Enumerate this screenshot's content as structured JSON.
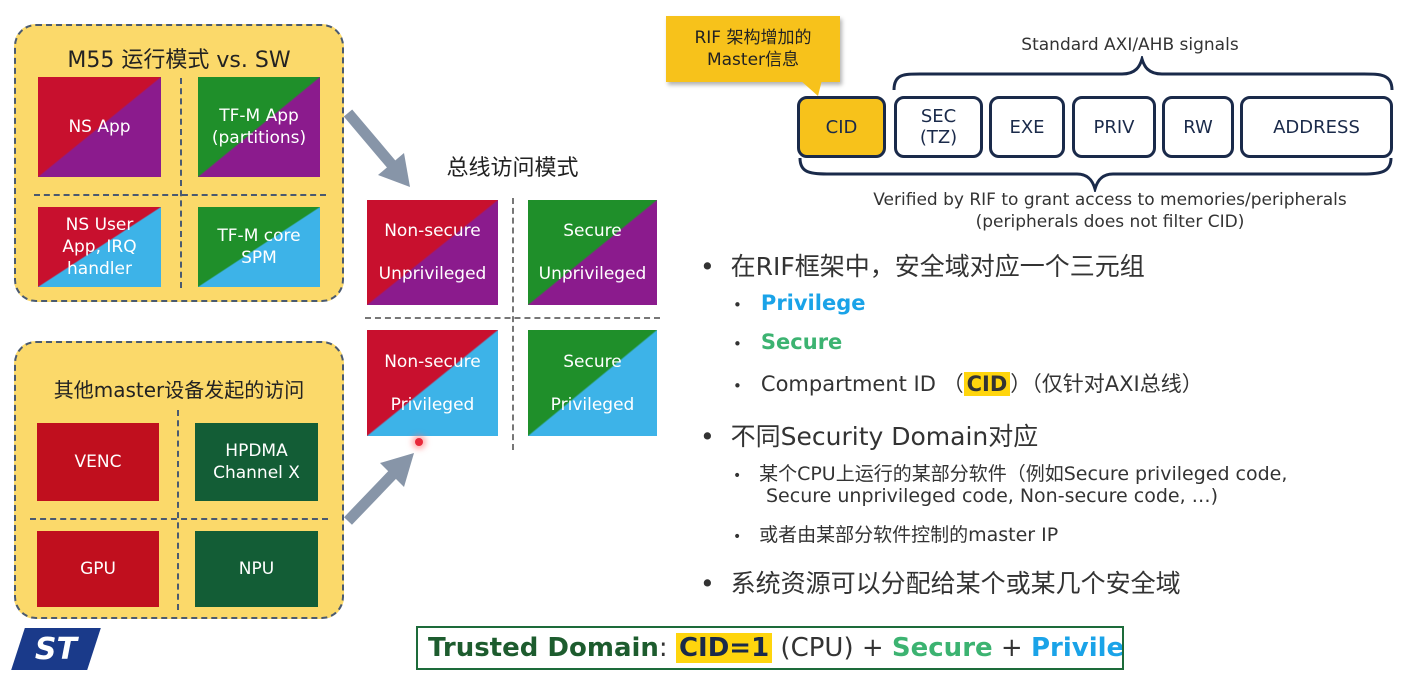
{
  "m55_panel": {
    "title": "M55 运行模式 vs. SW",
    "tiles": [
      {
        "line1": "NS App",
        "line2": "",
        "line3": ""
      },
      {
        "line1": "TF-M App",
        "line2": "(partitions)",
        "line3": ""
      },
      {
        "line1": "NS User",
        "line2": "App, IRQ",
        "line3": "handler"
      },
      {
        "line1": "TF-M core",
        "line2": "SPM",
        "line3": ""
      }
    ]
  },
  "master_panel": {
    "title": "其他master设备发起的访问",
    "tiles": [
      {
        "line1": "VENC",
        "line2": ""
      },
      {
        "line1": "HPDMA",
        "line2": "Channel X"
      },
      {
        "line1": "GPU",
        "line2": ""
      },
      {
        "line1": "NPU",
        "line2": ""
      }
    ]
  },
  "bus_modes": {
    "title": "总线访问模式",
    "tiles": [
      {
        "top": "Non-secure",
        "bottom": "Unprivileged"
      },
      {
        "top": "Secure",
        "bottom": "Unprivileged"
      },
      {
        "top": "Non-secure",
        "bottom": "Privileged"
      },
      {
        "top": "Secure",
        "bottom": "Privileged"
      }
    ]
  },
  "signals": {
    "callout": {
      "line1": "RIF 架构增加的",
      "line2": "Master信息"
    },
    "top_label": "Standard AXI/AHB signals",
    "boxes": [
      {
        "line1": "CID",
        "line2": ""
      },
      {
        "line1": "SEC",
        "line2": "(TZ)"
      },
      {
        "line1": "EXE",
        "line2": ""
      },
      {
        "line1": "PRIV",
        "line2": ""
      },
      {
        "line1": "RW",
        "line2": ""
      },
      {
        "line1": "ADDRESS",
        "line2": ""
      }
    ],
    "bottom_label_1": "Verified by RIF to grant access to memories/peripherals",
    "bottom_label_2": "(peripherals does not filter CID)"
  },
  "bullets": {
    "b1": "在RIF框架中，安全域对应一个三元组",
    "privilege": "Privilege",
    "secure": "Secure",
    "compartment_pre": "Compartment ID （",
    "compartment_cid": "CID",
    "compartment_post": "）（仅针对AXI总线）",
    "b2": "不同Security Domain对应",
    "b2_sub1_l1": "某个CPU上运行的某部分软件（例如Secure privileged code,",
    "b2_sub1_l2": "Secure unprivileged code, Non-secure code, …)",
    "b2_sub2": "或者由某部分软件控制的master IP",
    "b3": "系统资源可以分配给某个或某几个安全域"
  },
  "trusted": {
    "label": "Trusted Domain",
    "colon": ":",
    "cid": "CID=1",
    "cpu": " (CPU) + ",
    "secure": "Secure",
    "plus": " + ",
    "privileged": "Privileged"
  },
  "colors": {
    "yellow": "#fbd96a",
    "cid_yellow": "#ffd50d",
    "red": "#c8102e",
    "purple": "#8b1b8d",
    "green": "#1f8f2a",
    "blue": "#3db3e8",
    "dark_green": "#135d36",
    "accent_blue": "#1aa3e8",
    "accent_green": "#3cb371",
    "navy": "#1a2a4a"
  },
  "logo": "ST"
}
